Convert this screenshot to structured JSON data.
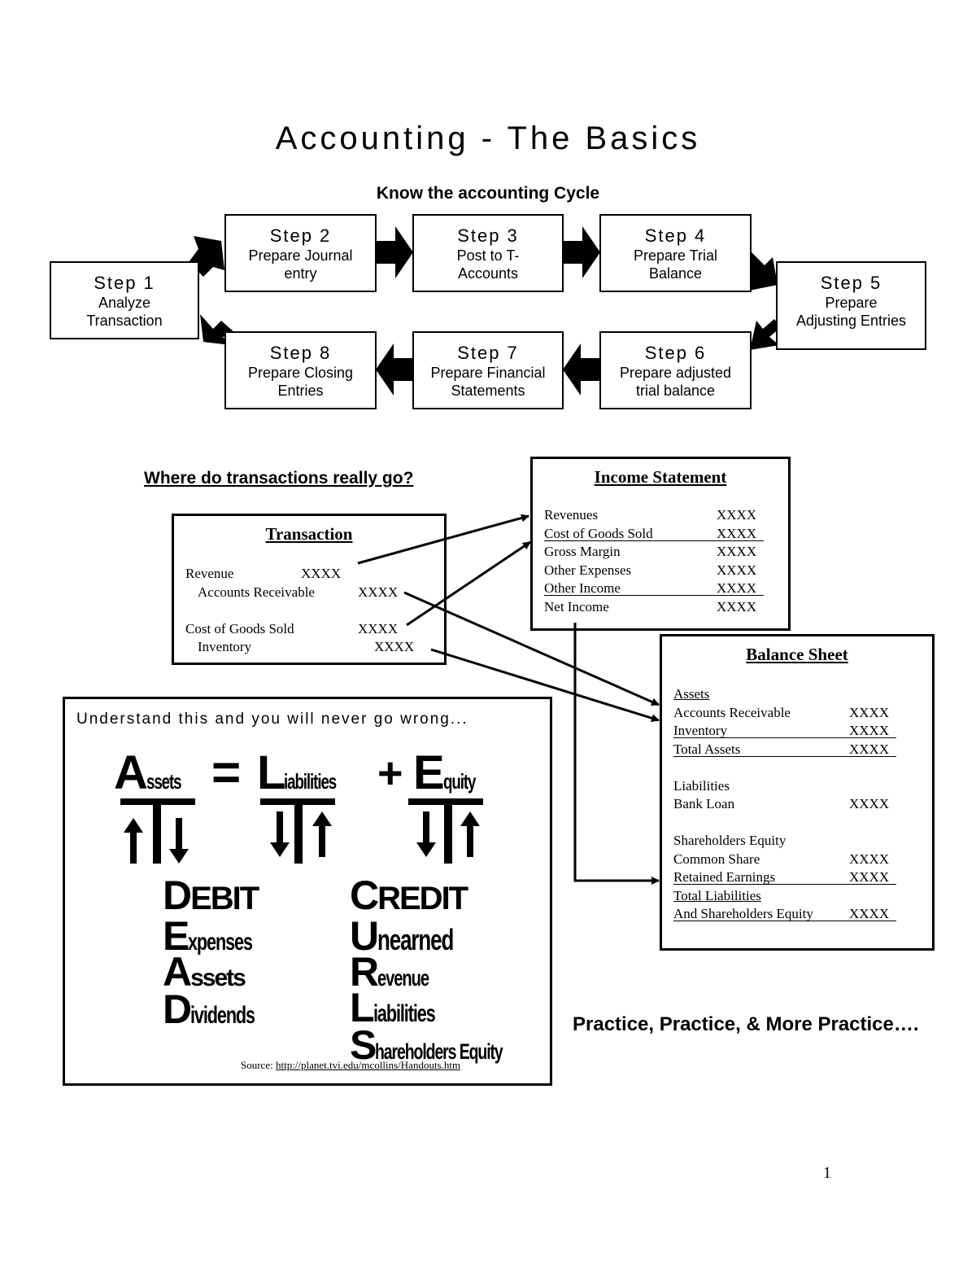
{
  "page": {
    "title": "Accounting - The Basics",
    "subtitle": "Know the accounting Cycle",
    "page_number": "1"
  },
  "steps": [
    {
      "num": "Step 1",
      "desc1": "Analyze",
      "desc2": "Transaction"
    },
    {
      "num": "Step 2",
      "desc1": "Prepare Journal",
      "desc2": "entry"
    },
    {
      "num": "Step 3",
      "desc1": "Post to T-",
      "desc2": "Accounts"
    },
    {
      "num": "Step 4",
      "desc1": "Prepare Trial",
      "desc2": "Balance"
    },
    {
      "num": "Step 5",
      "desc1": "Prepare",
      "desc2": "Adjusting Entries"
    },
    {
      "num": "Step 6",
      "desc1": "Prepare adjusted",
      "desc2": "trial balance"
    },
    {
      "num": "Step 7",
      "desc1": "Prepare Financial",
      "desc2": "Statements"
    },
    {
      "num": "Step 8",
      "desc1": "Prepare Closing",
      "desc2": "Entries"
    }
  ],
  "where": "Where do transactions really go?",
  "transaction": {
    "title": "Transaction",
    "rows": [
      {
        "label": "Revenue",
        "value": "XXXX"
      },
      {
        "label": "Accounts Receivable",
        "value": "XXXX"
      },
      {
        "label": "Cost of Goods Sold",
        "value": "XXXX"
      },
      {
        "label": "Inventory",
        "value": "XXXX"
      }
    ]
  },
  "income_statement": {
    "title": "Income Statement",
    "rows": [
      {
        "label": "Revenues",
        "value": "XXXX"
      },
      {
        "label": "Cost of Goods Sold",
        "value": "XXXX"
      },
      {
        "label": "Gross Margin",
        "value": "XXXX"
      },
      {
        "label": "Other Expenses",
        "value": "XXXX"
      },
      {
        "label": "Other Income",
        "value": "XXXX"
      },
      {
        "label": "Net Income",
        "value": "XXXX"
      }
    ]
  },
  "balance_sheet": {
    "title": "Balance Sheet",
    "assets_heading": "Assets",
    "assets": [
      {
        "label": "Accounts Receivable",
        "value": "XXXX"
      },
      {
        "label": "Inventory",
        "value": "XXXX"
      },
      {
        "label": "Total Assets",
        "value": "XXXX"
      }
    ],
    "liabilities_heading": "Liabilities",
    "liabilities": [
      {
        "label": "Bank Loan",
        "value": "XXXX"
      }
    ],
    "equity_heading": "Shareholders Equity",
    "equity": [
      {
        "label": "Common Share",
        "value": "XXXX"
      },
      {
        "label": "Retained Earnings",
        "value": "XXXX"
      }
    ],
    "total_line1": "Total Liabilities",
    "total_line2": "And Shareholders Equity",
    "total_value": "XXXX"
  },
  "understand": {
    "heading": "Understand this and you will never go wrong...",
    "eq_assets_cap": "A",
    "eq_assets_rest": "ssets",
    "eq_equals": "=",
    "eq_liab_cap": "L",
    "eq_liab_rest": "iabilities",
    "eq_plus": "+",
    "eq_equity_cap": "E",
    "eq_equity_rest": "quity",
    "debit": [
      {
        "cap": "D",
        "rest": "EBIT"
      },
      {
        "cap": "E",
        "rest": "xpenses"
      },
      {
        "cap": "A",
        "rest": "ssets"
      },
      {
        "cap": "D",
        "rest": "ividends"
      }
    ],
    "credit": [
      {
        "cap": "C",
        "rest": "REDIT"
      },
      {
        "cap": "U",
        "rest": "nearned"
      },
      {
        "cap": "R",
        "rest": "evenue"
      },
      {
        "cap": "L",
        "rest": "iabilities"
      },
      {
        "cap": "S",
        "rest": "hareholders Equity"
      }
    ],
    "source_label": "Source:",
    "source_url": "http://planet.tvi.edu/mcollins/Handouts.htm"
  },
  "practice": "Practice, Practice, & More Practice…."
}
